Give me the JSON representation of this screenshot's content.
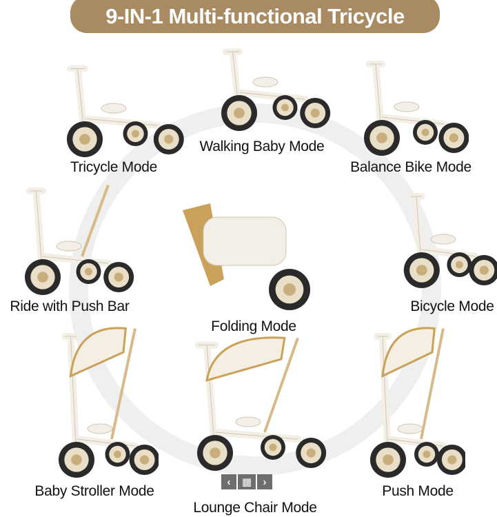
{
  "title": "9-IN-1 Multi-functional Tricycle",
  "modes": [
    {
      "label": "Tricycle Mode"
    },
    {
      "label": "Walking Baby Mode"
    },
    {
      "label": "Balance Bike Mode"
    },
    {
      "label": "Ride with Push Bar"
    },
    {
      "label": "Folding Mode"
    },
    {
      "label": "Bicycle Mode"
    },
    {
      "label": "Baby Stroller Mode"
    },
    {
      "label": "Lounge Chair Mode"
    },
    {
      "label": "Push Mode"
    }
  ],
  "carousel": {
    "prev": "‹",
    "next": "›",
    "grid": "▦"
  },
  "colors": {
    "accent": "#a88b62",
    "ring": "#efefef",
    "wheel": "#2a2a2a",
    "frame": "#f3efe6"
  }
}
